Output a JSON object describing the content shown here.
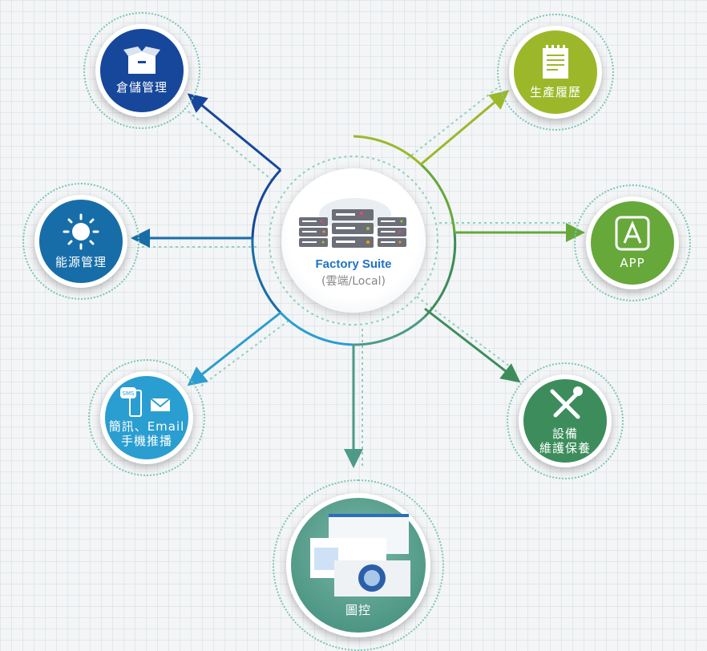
{
  "center": {
    "title": "Factory Suite",
    "subtitle": "(雲端/Local)",
    "icon": "server-cloud-icon"
  },
  "nodes": {
    "warehouse": {
      "label": "倉儲管理",
      "icon": "box-icon",
      "color": "#17479a"
    },
    "energy": {
      "label": "能源管理",
      "icon": "sun-icon",
      "color": "#176da8"
    },
    "notify": {
      "label1": "簡訊、Email",
      "label2": "手機推播",
      "icon": "sms-phone-mail-icon",
      "sms": "SMS",
      "color": "#2a9ed0"
    },
    "scada": {
      "label": "圖控",
      "icon": "dashboard-screenshot-icon",
      "color": "#4d9a88"
    },
    "maintenance": {
      "label1": "設備",
      "label2": "維護保養",
      "icon": "tools-icon",
      "color": "#3d8d5c"
    },
    "app": {
      "label": "APP",
      "icon": "app-store-icon",
      "color": "#66a83a"
    },
    "production": {
      "label": "生產履歷",
      "icon": "notepad-icon",
      "color": "#9cb82a"
    }
  }
}
